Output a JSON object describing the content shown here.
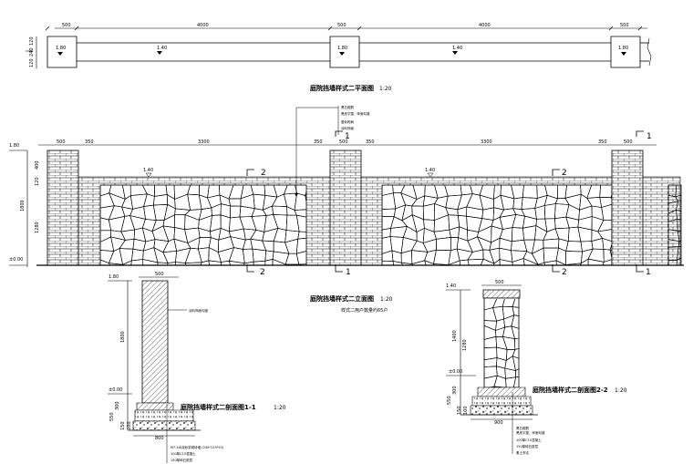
{
  "plan": {
    "dims": [
      "500",
      "4000",
      "500",
      "4000",
      "500"
    ],
    "left_dims": [
      "120",
      "240",
      "120"
    ],
    "levels": [
      "1.80",
      "1.40",
      "1.80",
      "1.40",
      "1.80"
    ],
    "title": "庭院挡墙样式二平面图",
    "scale": "1:20"
  },
  "elevation": {
    "top_dims": [
      "500",
      "350",
      "3300",
      "350",
      "500",
      "350",
      "3300",
      "350",
      "500"
    ],
    "left_dims": [
      "400",
      "120",
      "1800",
      "1280"
    ],
    "level_top": "1.80",
    "level_base": "±0.00",
    "level_wall_1": "1.40",
    "level_wall_2": "1.40",
    "section_marks": [
      "2",
      "1",
      "2",
      "1",
      "2",
      "1",
      "2",
      "1"
    ],
    "notes": [
      "黑石帽檐",
      "黑底平整，碎面勾缝",
      "墨砂粉刷",
      "涂料饰面"
    ],
    "title": "庭院挡墙样式二立面图",
    "scale": "1:20",
    "subtitle": "样式二用户数量约65户"
  },
  "section1": {
    "level_top": "1.80",
    "level_base": "±0.00",
    "width_dim": "500",
    "height_dim": "1800",
    "foundation_dims": [
      "300",
      "550",
      "150",
      "100"
    ],
    "base_dim": "800",
    "note_side": "涂料饰面勾缝",
    "notes": [
      "M7.5水泥砂浆砌砖墙 (240*115*53)",
      "100厚C15混凝土",
      "150厚碎石垫层"
    ],
    "title": "庭院挡墙样式二剖面图1-1",
    "scale": "1:20"
  },
  "section2": {
    "level_top": "1.40",
    "level_base": "±0.00",
    "width_dim": "500",
    "height_dims": [
      "1400",
      "1280"
    ],
    "foundation_dims": [
      "300",
      "550",
      "150",
      "100"
    ],
    "base_dim": "900",
    "notes": [
      "黑石帽檐",
      "黑底平整，碎面勾缝",
      "100厚C15混凝土",
      "150厚碎石垫层",
      "素土夯实"
    ],
    "title": "庭院挡墙样式二剖面图2-2",
    "scale": "1:20"
  }
}
